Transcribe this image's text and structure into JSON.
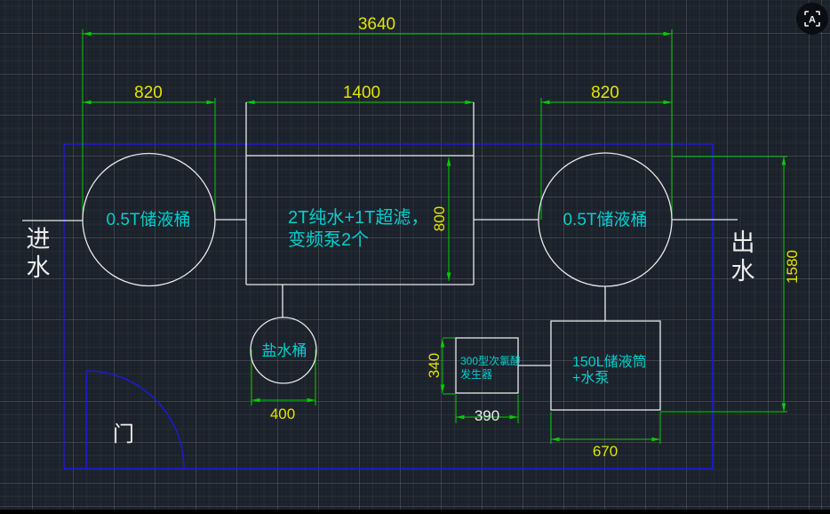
{
  "drawing": {
    "type": "cad-floor-plan",
    "inlet": [
      "进",
      "水"
    ],
    "outlet": [
      "出",
      "水"
    ],
    "door": "门"
  },
  "equipment": {
    "left_tank": "0.5T储液桶",
    "right_tank": "0.5T储液桶",
    "main_tank_line1": "2T纯水+1T超滤，",
    "main_tank_line2": "变频泵2个",
    "salt_bucket": "盐水桶",
    "chlorine_gen_line1": "300型次氯酸",
    "chlorine_gen_line2": "发生器",
    "storage_tank_line1": "150L储液筒",
    "storage_tank_line2": "+水泵"
  },
  "dimensions": {
    "total_width": "3640",
    "left_tank_width": "820",
    "main_tank_width": "1400",
    "right_tank_width": "820",
    "main_tank_height": "800",
    "right_side_height": "1580",
    "salt_bucket_width": "400",
    "chlorine_gen_height": "340",
    "chlorine_gen_width": "390",
    "storage_tank_width": "670"
  },
  "colors": {
    "background": "#1b212a",
    "dimension_green": "#00cf00",
    "dimension_yellow": "#e3e300",
    "equipment_cyan": "#00cfcf",
    "line_white": "#e9e9e9",
    "wall_blue": "#1a1ad8"
  },
  "icon": {
    "letter": "A"
  }
}
